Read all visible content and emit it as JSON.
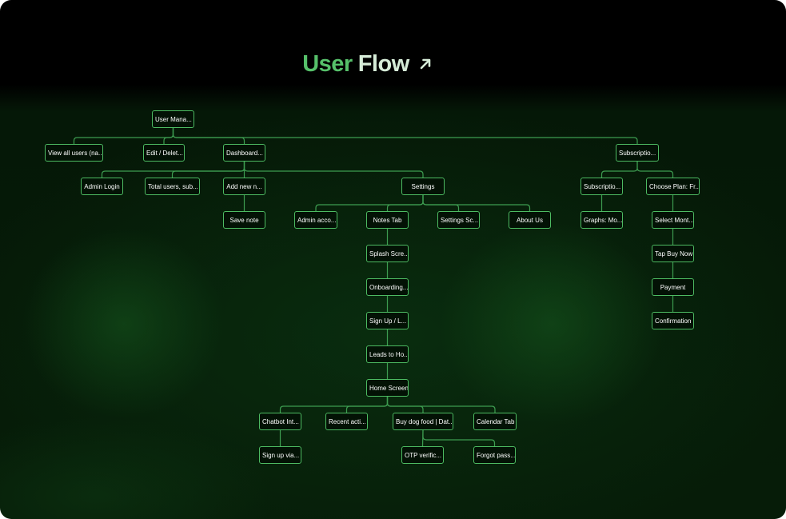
{
  "title": {
    "part1": "User",
    "part2": "Flow"
  },
  "icons": {
    "title_arrow": "arrow-up-right-icon"
  },
  "colors": {
    "accent": "#56c06a",
    "node_border": "#4dbb62",
    "edge": "#3d9c50",
    "background": "#061c08"
  },
  "nodes": [
    {
      "id": "user-management",
      "label": "User Mana..."
    },
    {
      "id": "view-all-users",
      "label": "View all users (na..."
    },
    {
      "id": "edit-delete",
      "label": "Edit / Delet..."
    },
    {
      "id": "dashboard",
      "label": "Dashboard..."
    },
    {
      "id": "subscription",
      "label": "Subscriptio..."
    },
    {
      "id": "admin-login",
      "label": "Admin Login"
    },
    {
      "id": "total-users",
      "label": "Total users, sub..."
    },
    {
      "id": "add-new-note",
      "label": "Add new n..."
    },
    {
      "id": "settings",
      "label": "Settings"
    },
    {
      "id": "subscription-sub",
      "label": "Subscriptio..."
    },
    {
      "id": "choose-plan",
      "label": "Choose Plan: Fr..."
    },
    {
      "id": "save-note",
      "label": "Save note"
    },
    {
      "id": "admin-account",
      "label": "Admin acco..."
    },
    {
      "id": "notes-tab",
      "label": "Notes Tab"
    },
    {
      "id": "settings-screen",
      "label": "Settings Sc..."
    },
    {
      "id": "about-us",
      "label": "About Us"
    },
    {
      "id": "graphs",
      "label": "Graphs: Mo..."
    },
    {
      "id": "select-month",
      "label": "Select Mont..."
    },
    {
      "id": "splash-screen",
      "label": "Splash Scre..."
    },
    {
      "id": "tap-buy-now",
      "label": "Tap Buy Now"
    },
    {
      "id": "onboarding",
      "label": "Onboarding..."
    },
    {
      "id": "payment",
      "label": "Payment"
    },
    {
      "id": "sign-up-login",
      "label": "Sign Up / L..."
    },
    {
      "id": "confirmation",
      "label": "Confirmation"
    },
    {
      "id": "leads-to-home",
      "label": "Leads to Ho..."
    },
    {
      "id": "home-screen",
      "label": "Home Screen"
    },
    {
      "id": "chatbot",
      "label": "Chatbot Int..."
    },
    {
      "id": "recent-activity",
      "label": "Recent acti..."
    },
    {
      "id": "buy-dog-food",
      "label": "Buy dog food | Dat..."
    },
    {
      "id": "calendar-tab",
      "label": "Calendar Tab"
    },
    {
      "id": "sign-up-via",
      "label": "Sign up via..."
    },
    {
      "id": "otp-verification",
      "label": "OTP verific..."
    },
    {
      "id": "forgot-password",
      "label": "Forgot pass..."
    }
  ],
  "edges": [
    [
      "user-management",
      "view-all-users"
    ],
    [
      "user-management",
      "edit-delete"
    ],
    [
      "user-management",
      "dashboard"
    ],
    [
      "user-management",
      "subscription"
    ],
    [
      "dashboard",
      "admin-login"
    ],
    [
      "dashboard",
      "total-users"
    ],
    [
      "dashboard",
      "add-new-note"
    ],
    [
      "dashboard",
      "settings"
    ],
    [
      "add-new-note",
      "save-note"
    ],
    [
      "settings",
      "admin-account"
    ],
    [
      "settings",
      "notes-tab"
    ],
    [
      "settings",
      "settings-screen"
    ],
    [
      "settings",
      "about-us"
    ],
    [
      "notes-tab",
      "splash-screen"
    ],
    [
      "splash-screen",
      "onboarding"
    ],
    [
      "onboarding",
      "sign-up-login"
    ],
    [
      "sign-up-login",
      "leads-to-home"
    ],
    [
      "leads-to-home",
      "home-screen"
    ],
    [
      "home-screen",
      "chatbot"
    ],
    [
      "home-screen",
      "recent-activity"
    ],
    [
      "home-screen",
      "buy-dog-food"
    ],
    [
      "home-screen",
      "calendar-tab"
    ],
    [
      "chatbot",
      "sign-up-via"
    ],
    [
      "buy-dog-food",
      "otp-verification"
    ],
    [
      "buy-dog-food",
      "forgot-password"
    ],
    [
      "subscription",
      "subscription-sub"
    ],
    [
      "subscription",
      "choose-plan"
    ],
    [
      "subscription-sub",
      "graphs"
    ],
    [
      "choose-plan",
      "select-month"
    ],
    [
      "select-month",
      "tap-buy-now"
    ],
    [
      "tap-buy-now",
      "payment"
    ],
    [
      "payment",
      "confirmation"
    ]
  ]
}
